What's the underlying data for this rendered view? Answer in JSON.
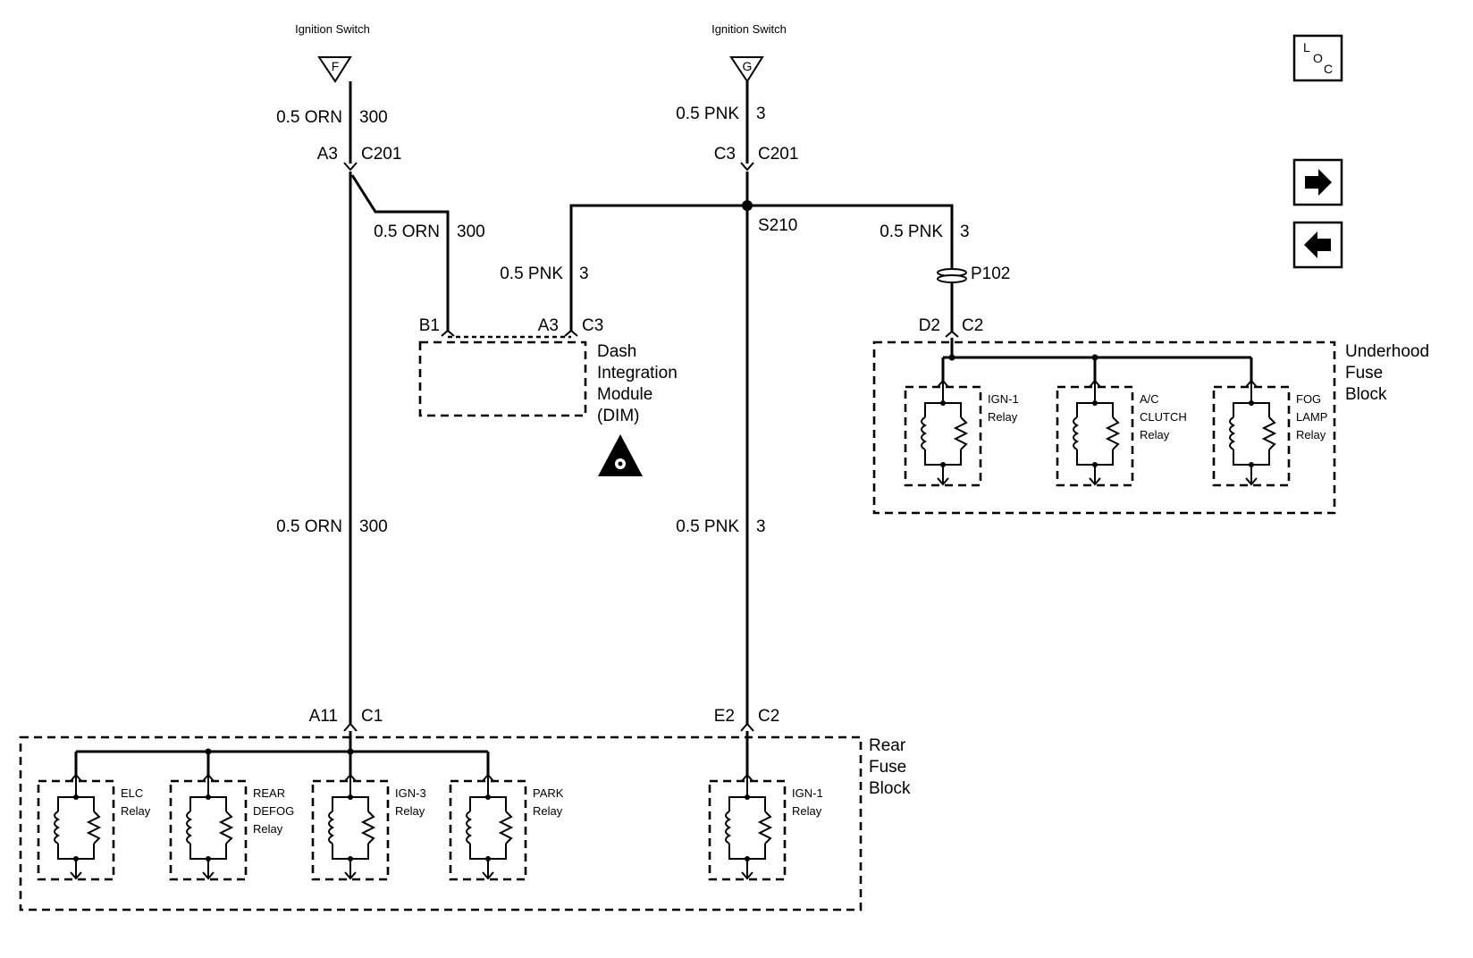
{
  "ignition": {
    "left": {
      "name": "Ignition Switch",
      "terminal": "F"
    },
    "center": {
      "name": "Ignition Switch",
      "terminal": "G"
    }
  },
  "wires": {
    "orn_top": {
      "gauge": "0.5 ORN",
      "circuit": "300"
    },
    "orn_dim": {
      "gauge": "0.5 ORN",
      "circuit": "300"
    },
    "orn_low": {
      "gauge": "0.5 ORN",
      "circuit": "300"
    },
    "pnk_top": {
      "gauge": "0.5 PNK",
      "circuit": "3"
    },
    "pnk_dim": {
      "gauge": "0.5 PNK",
      "circuit": "3"
    },
    "pnk_right": {
      "gauge": "0.5 PNK",
      "circuit": "3"
    },
    "pnk_low": {
      "gauge": "0.5 PNK",
      "circuit": "3"
    }
  },
  "connectors": {
    "left_c201": {
      "pin": "A3",
      "id": "C201"
    },
    "center_c201": {
      "pin": "C3",
      "id": "C201"
    },
    "splice": "S210",
    "inline": "P102",
    "dim_b1": "B1",
    "dim_a3": "A3",
    "dim_c3": "C3",
    "uh_pin": "D2",
    "uh_id": "C2",
    "rear_left_pin": "A11",
    "rear_left_id": "C1",
    "rear_right_pin": "E2",
    "rear_right_id": "C2"
  },
  "dim_module": {
    "lines": [
      "Dash",
      "Integration",
      "Module",
      "(DIM)"
    ]
  },
  "underhood_block": {
    "lines": [
      "Underhood",
      "Fuse",
      "Block"
    ],
    "relays": [
      {
        "lines": [
          "IGN-1",
          "Relay"
        ]
      },
      {
        "lines": [
          "A/C",
          "CLUTCH",
          "Relay"
        ]
      },
      {
        "lines": [
          "FOG",
          "LAMP",
          "Relay"
        ]
      }
    ]
  },
  "rear_block": {
    "lines": [
      "Rear",
      "Fuse",
      "Block"
    ],
    "relays": [
      {
        "lines": [
          "ELC",
          "Relay"
        ]
      },
      {
        "lines": [
          "REAR",
          "DEFOG",
          "Relay"
        ]
      },
      {
        "lines": [
          "IGN-3",
          "Relay"
        ]
      },
      {
        "lines": [
          "PARK",
          "Relay"
        ]
      },
      {
        "lines": [
          "IGN-1",
          "Relay"
        ]
      }
    ]
  },
  "nav": {
    "loc": {
      "l": "L",
      "o": "O",
      "c": "C"
    }
  },
  "icons": {
    "esd": "esd-warning-icon",
    "forward": "arrow-right-icon",
    "back": "arrow-left-icon",
    "location": "loc-icon"
  }
}
